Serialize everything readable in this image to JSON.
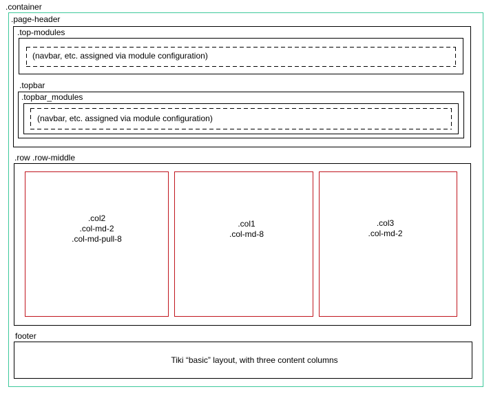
{
  "container": {
    "label": ".container"
  },
  "page_header": {
    "label": ".page-header",
    "top_modules": {
      "label": ".top-modules",
      "placeholder": "(navbar, etc. assigned via module configuration)"
    },
    "topbar": {
      "label": ".topbar",
      "topbar_modules": {
        "label": ".topbar_modules",
        "placeholder": "(navbar, etc. assigned via module configuration)"
      }
    }
  },
  "row_middle": {
    "label": ".row .row-middle",
    "columns": [
      {
        "lines": [
          ".col2",
          ".col-md-2",
          ".col-md-pull-8"
        ]
      },
      {
        "lines": [
          ".col1",
          ".col-md-8"
        ]
      },
      {
        "lines": [
          ".col3",
          ".col-md-2"
        ]
      }
    ]
  },
  "footer": {
    "label": "footer",
    "text": "Tiki “basic” layout, with three content columns"
  },
  "colors": {
    "container_border": "#3cc89a",
    "column_border": "#c0141c",
    "box_border": "#000000"
  }
}
